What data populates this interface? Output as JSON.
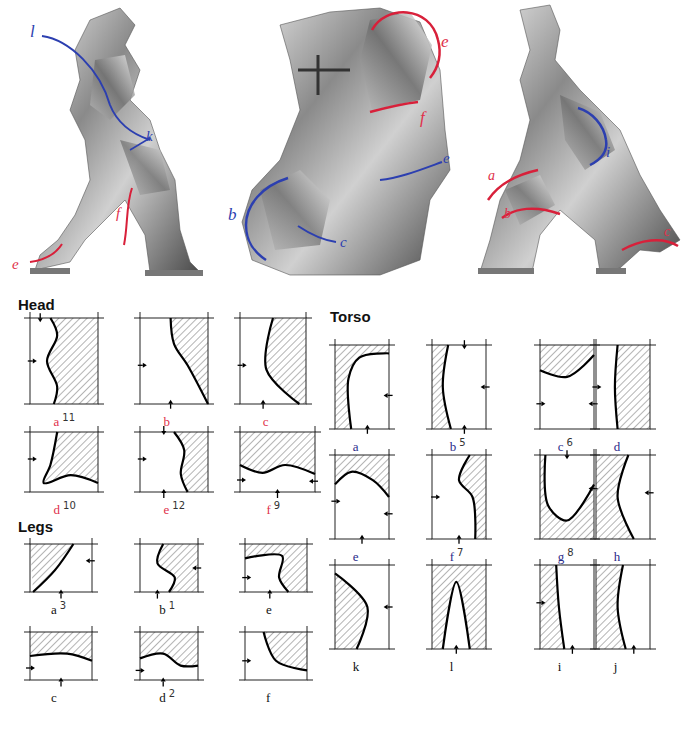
{
  "diagram": {
    "nodes": [
      {
        "text": [
          "a",
          "11"
        ]
      },
      {
        "text": [
          "b"
        ]
      },
      {
        "text": [
          "c"
        ]
      },
      {
        "text": [
          "d",
          "10"
        ]
      },
      {
        "text": [
          "e",
          "12"
        ]
      },
      {
        "text": [
          "f",
          "9"
        ]
      },
      {
        "text": [
          "a",
          "3"
        ]
      },
      {
        "text": [
          "b",
          "1"
        ]
      },
      {
        "text": [
          "e"
        ]
      },
      {
        "text": [
          "c"
        ]
      },
      {
        "text": [
          "d",
          "2"
        ]
      },
      {
        "text": [
          "f"
        ]
      },
      {
        "text": [
          "a"
        ]
      },
      {
        "text": [
          "b",
          "5"
        ]
      },
      {
        "text": [
          "c",
          "6"
        ]
      },
      {
        "text": [
          "d"
        ]
      },
      {
        "text": [
          "e"
        ]
      },
      {
        "text": [
          "f",
          "7"
        ]
      },
      {
        "text": [
          "g",
          "8"
        ]
      },
      {
        "text": [
          "h"
        ]
      },
      {
        "text": [
          "k"
        ]
      },
      {
        "text": [
          "l"
        ]
      },
      {
        "text": [
          "i"
        ]
      },
      {
        "text": [
          "j"
        ]
      }
    ],
    "labels": [
      "l",
      "k",
      "f",
      "e",
      "e",
      "f",
      "e",
      "b",
      "c",
      "a",
      "b",
      "i",
      "c",
      "Head",
      "Legs",
      "Torso"
    ]
  }
}
